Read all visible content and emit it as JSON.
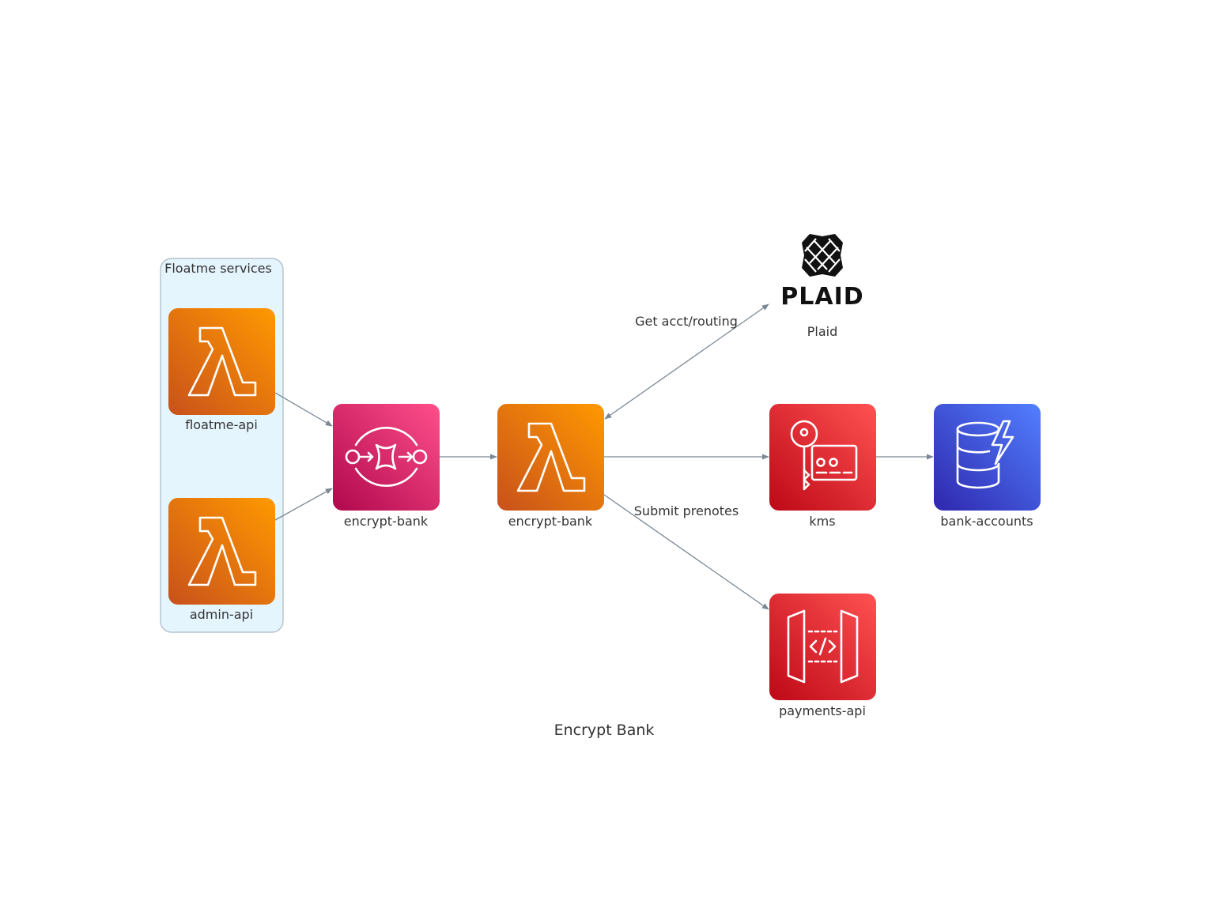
{
  "diagram": {
    "title": "Encrypt Bank",
    "cluster": {
      "label": "Floatme services"
    },
    "nodes": {
      "floatme_api": {
        "label": "floatme-api",
        "icon": "aws-lambda-icon"
      },
      "admin_api": {
        "label": "admin-api",
        "icon": "aws-lambda-icon"
      },
      "queue": {
        "label": "encrypt-bank",
        "icon": "aws-sqs-icon"
      },
      "lambda": {
        "label": "encrypt-bank",
        "icon": "aws-lambda-icon"
      },
      "plaid": {
        "label": "Plaid",
        "icon": "plaid-logo",
        "logo_text": "PLAID"
      },
      "kms": {
        "label": "kms",
        "icon": "aws-kms-icon"
      },
      "bank_accounts": {
        "label": "bank-accounts",
        "icon": "aws-dynamodb-icon"
      },
      "payments_api": {
        "label": "payments-api",
        "icon": "aws-api-gateway-icon"
      }
    },
    "edges": {
      "plaid_edge": {
        "label": "Get acct/routing"
      },
      "payments_edge": {
        "label": "Submit prenotes"
      }
    },
    "colors": {
      "lambda": "#ed7100",
      "sqs": "#e7157b",
      "security": "#dd344c",
      "database": "#3b48cc",
      "cluster_fill": "#e5f5fd",
      "cluster_border": "#aab7c4",
      "edge": "#7b8894"
    }
  }
}
